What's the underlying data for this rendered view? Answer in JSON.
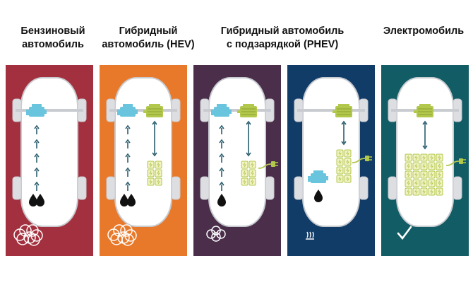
{
  "colors": {
    "panel_bg": [
      "#a3303e",
      "#e8792a",
      "#4a2e4a",
      "#123c68",
      "#125c66"
    ],
    "car_body": "#ffffff",
    "car_outline": "#c8cbd0",
    "engine": "#69c4de",
    "motor": "#b2c84c",
    "battery": "#f2f2c4",
    "battery_outline": "#b2c84c",
    "arrow": "#2a5e6e",
    "fuel": "#111111"
  },
  "vehicles": [
    {
      "title": "Бензиновый автомобиль",
      "engine": true,
      "motor": false,
      "battery_rows": 0,
      "battery_cols": 0,
      "plug": false,
      "fuel_drops": 2,
      "engine_arrow_len": "long",
      "emissions": "heavy"
    },
    {
      "title": "Гибридный автомобиль (HEV)",
      "engine": true,
      "motor": true,
      "battery_rows": 3,
      "battery_cols": 2,
      "plug": false,
      "fuel_drops": 2,
      "engine_arrow_len": "long",
      "emissions": "heavy"
    },
    {
      "title": "Гибридный автомобиль с подзарядкой (PHEV)",
      "engine": true,
      "motor": true,
      "battery_rows": 3,
      "battery_cols": 2,
      "plug": true,
      "fuel_drops": 1,
      "engine_arrow_len": "long",
      "emissions": "medium"
    },
    {
      "title": "",
      "engine": true,
      "motor": true,
      "battery_rows": 4,
      "battery_cols": 2,
      "plug": true,
      "fuel_drops": 1,
      "engine_arrow_len": "none",
      "emissions": "light"
    },
    {
      "title": "Электромобиль",
      "engine": false,
      "motor": true,
      "battery_rows": 5,
      "battery_cols": 5,
      "plug": true,
      "fuel_drops": 0,
      "engine_arrow_len": "none",
      "emissions": "none"
    }
  ]
}
